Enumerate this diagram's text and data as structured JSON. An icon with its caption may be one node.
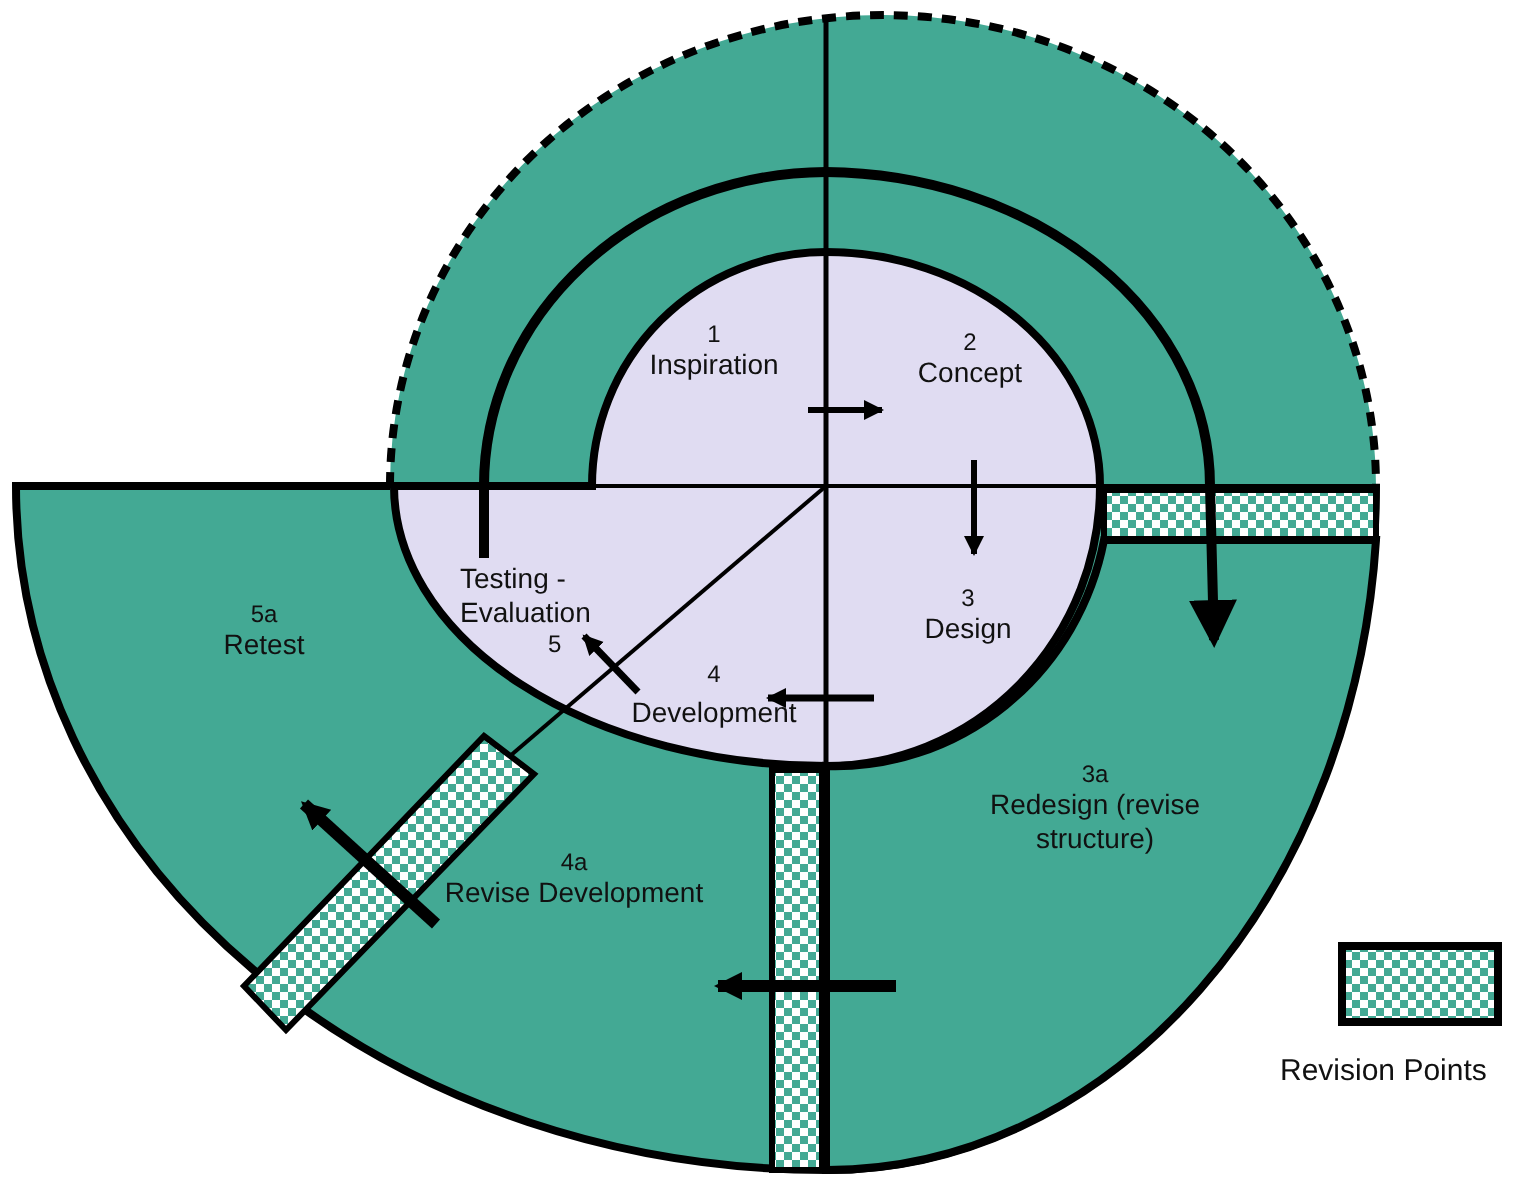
{
  "diagram": {
    "nodes": [
      {
        "text": [
          "1",
          "Inspiration"
        ]
      },
      {
        "text": [
          "2",
          "Concept"
        ]
      },
      {
        "text": [
          "3",
          "Design"
        ]
      },
      {
        "text": [
          "4",
          "Development"
        ]
      },
      {
        "text": [
          "Testing - Evaluation",
          "5"
        ]
      },
      {
        "text": [
          "3a",
          "Redesign (revise structure)"
        ]
      },
      {
        "text": [
          "4a",
          "Revise Development"
        ]
      },
      {
        "text": [
          "5a",
          "Retest"
        ]
      }
    ],
    "edges": [
      {
        "from": 0,
        "to": 1,
        "arrow": "to"
      },
      {
        "from": 1,
        "to": 2,
        "arrow": "to"
      },
      {
        "from": 2,
        "to": 3,
        "arrow": "to"
      },
      {
        "from": 3,
        "to": 4,
        "arrow": "to"
      },
      {
        "from": 4,
        "to": 5,
        "arrow": "to"
      },
      {
        "from": 5,
        "to": 6,
        "arrow": "to"
      },
      {
        "from": 6,
        "to": 7,
        "arrow": "to"
      }
    ],
    "legend": [
      {
        "text": "Revision Points"
      }
    ]
  }
}
